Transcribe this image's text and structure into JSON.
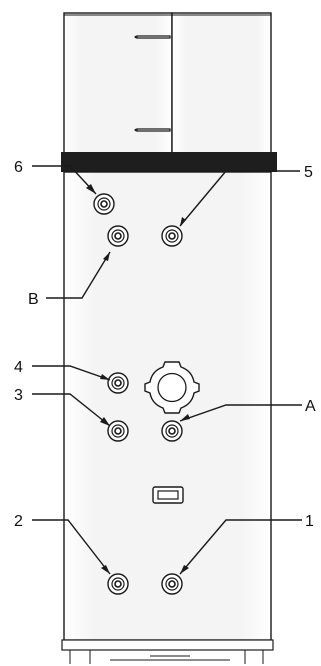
{
  "diagram": {
    "colors": {
      "outline": "#1a1a1a",
      "band": "#1e1e1e",
      "tank_shade": "#f2f2f2",
      "background": "#ffffff"
    },
    "labels": {
      "c1": "1",
      "c2": "2",
      "c3": "3",
      "c4": "4",
      "c5": "5",
      "c6": "6",
      "cA": "A",
      "cB": "B"
    }
  }
}
